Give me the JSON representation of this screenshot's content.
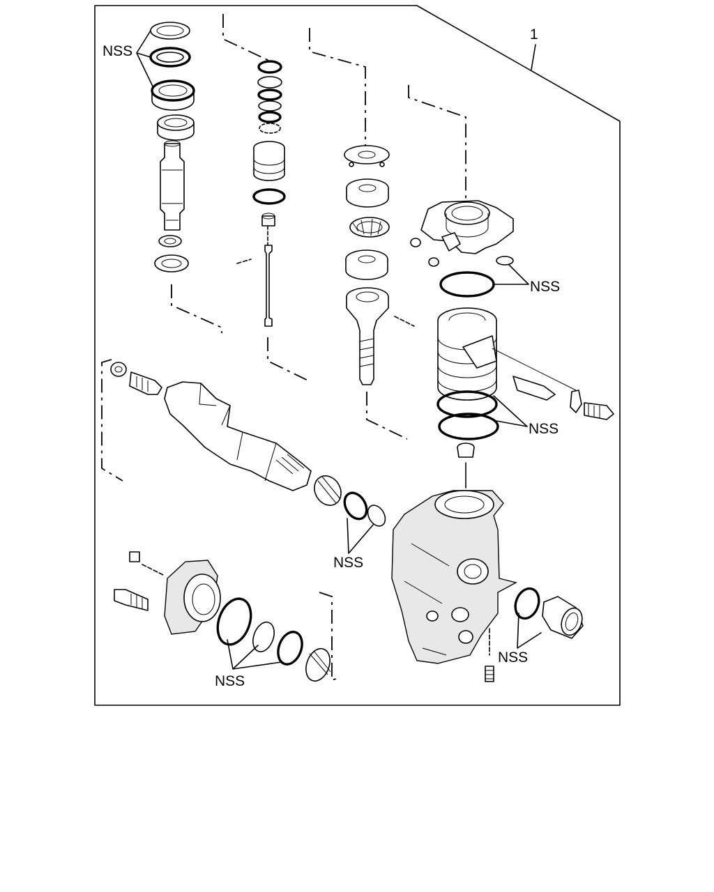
{
  "diagram": {
    "callout_number": "1",
    "nss_labels": [
      {
        "id": "nss-top-left",
        "text": "NSS"
      },
      {
        "id": "nss-top-right",
        "text": "NSS"
      },
      {
        "id": "nss-mid-right",
        "text": "NSS"
      },
      {
        "id": "nss-center",
        "text": "NSS"
      },
      {
        "id": "nss-bottom-left",
        "text": "NSS"
      },
      {
        "id": "nss-bottom-right",
        "text": "NSS"
      }
    ]
  }
}
